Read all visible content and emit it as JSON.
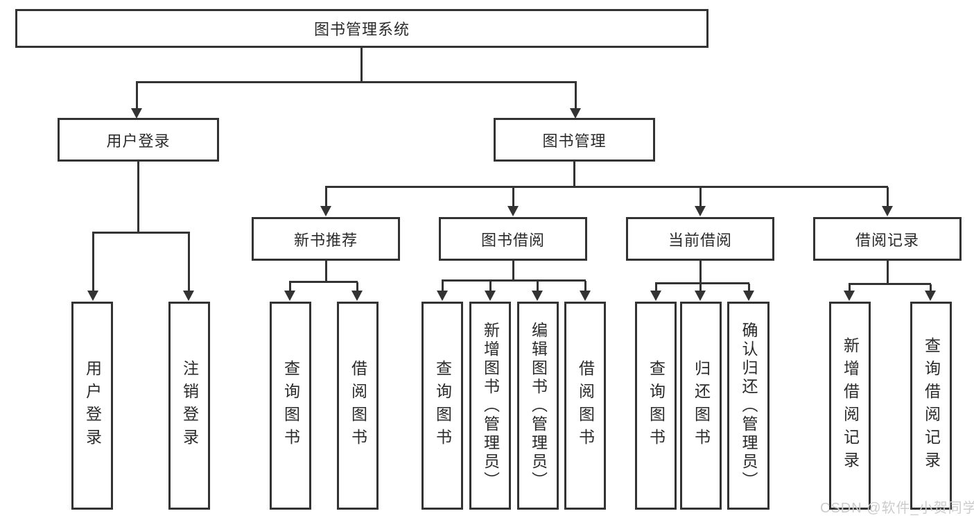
{
  "diagram_type": "hierarchy-tree",
  "colors": {
    "line": "#333333",
    "box_background": "#ffffff",
    "text": "#2a2a2a",
    "watermark": "#cccccc"
  },
  "watermark": {
    "text": "CSDN @软件_小贺同学"
  },
  "tree": {
    "label": "图书管理系统",
    "children": [
      {
        "label": "用户登录",
        "children": [
          {
            "label": "用户登录"
          },
          {
            "label": "注销登录"
          }
        ]
      },
      {
        "label": "图书管理",
        "children": [
          {
            "label": "新书推荐",
            "children": [
              {
                "label": "查询图书"
              },
              {
                "label": "借阅图书"
              }
            ]
          },
          {
            "label": "图书借阅",
            "children": [
              {
                "label": "查询图书"
              },
              {
                "label": "新增图书（管理员）"
              },
              {
                "label": "编辑图书（管理员）"
              },
              {
                "label": "借阅图书"
              }
            ]
          },
          {
            "label": "当前借阅",
            "children": [
              {
                "label": "查询图书"
              },
              {
                "label": "归还图书"
              },
              {
                "label": "确认归还（管理员）"
              }
            ]
          },
          {
            "label": "借阅记录",
            "children": [
              {
                "label": "新增借阅记录"
              },
              {
                "label": "查询借阅记录"
              }
            ]
          }
        ]
      }
    ]
  }
}
